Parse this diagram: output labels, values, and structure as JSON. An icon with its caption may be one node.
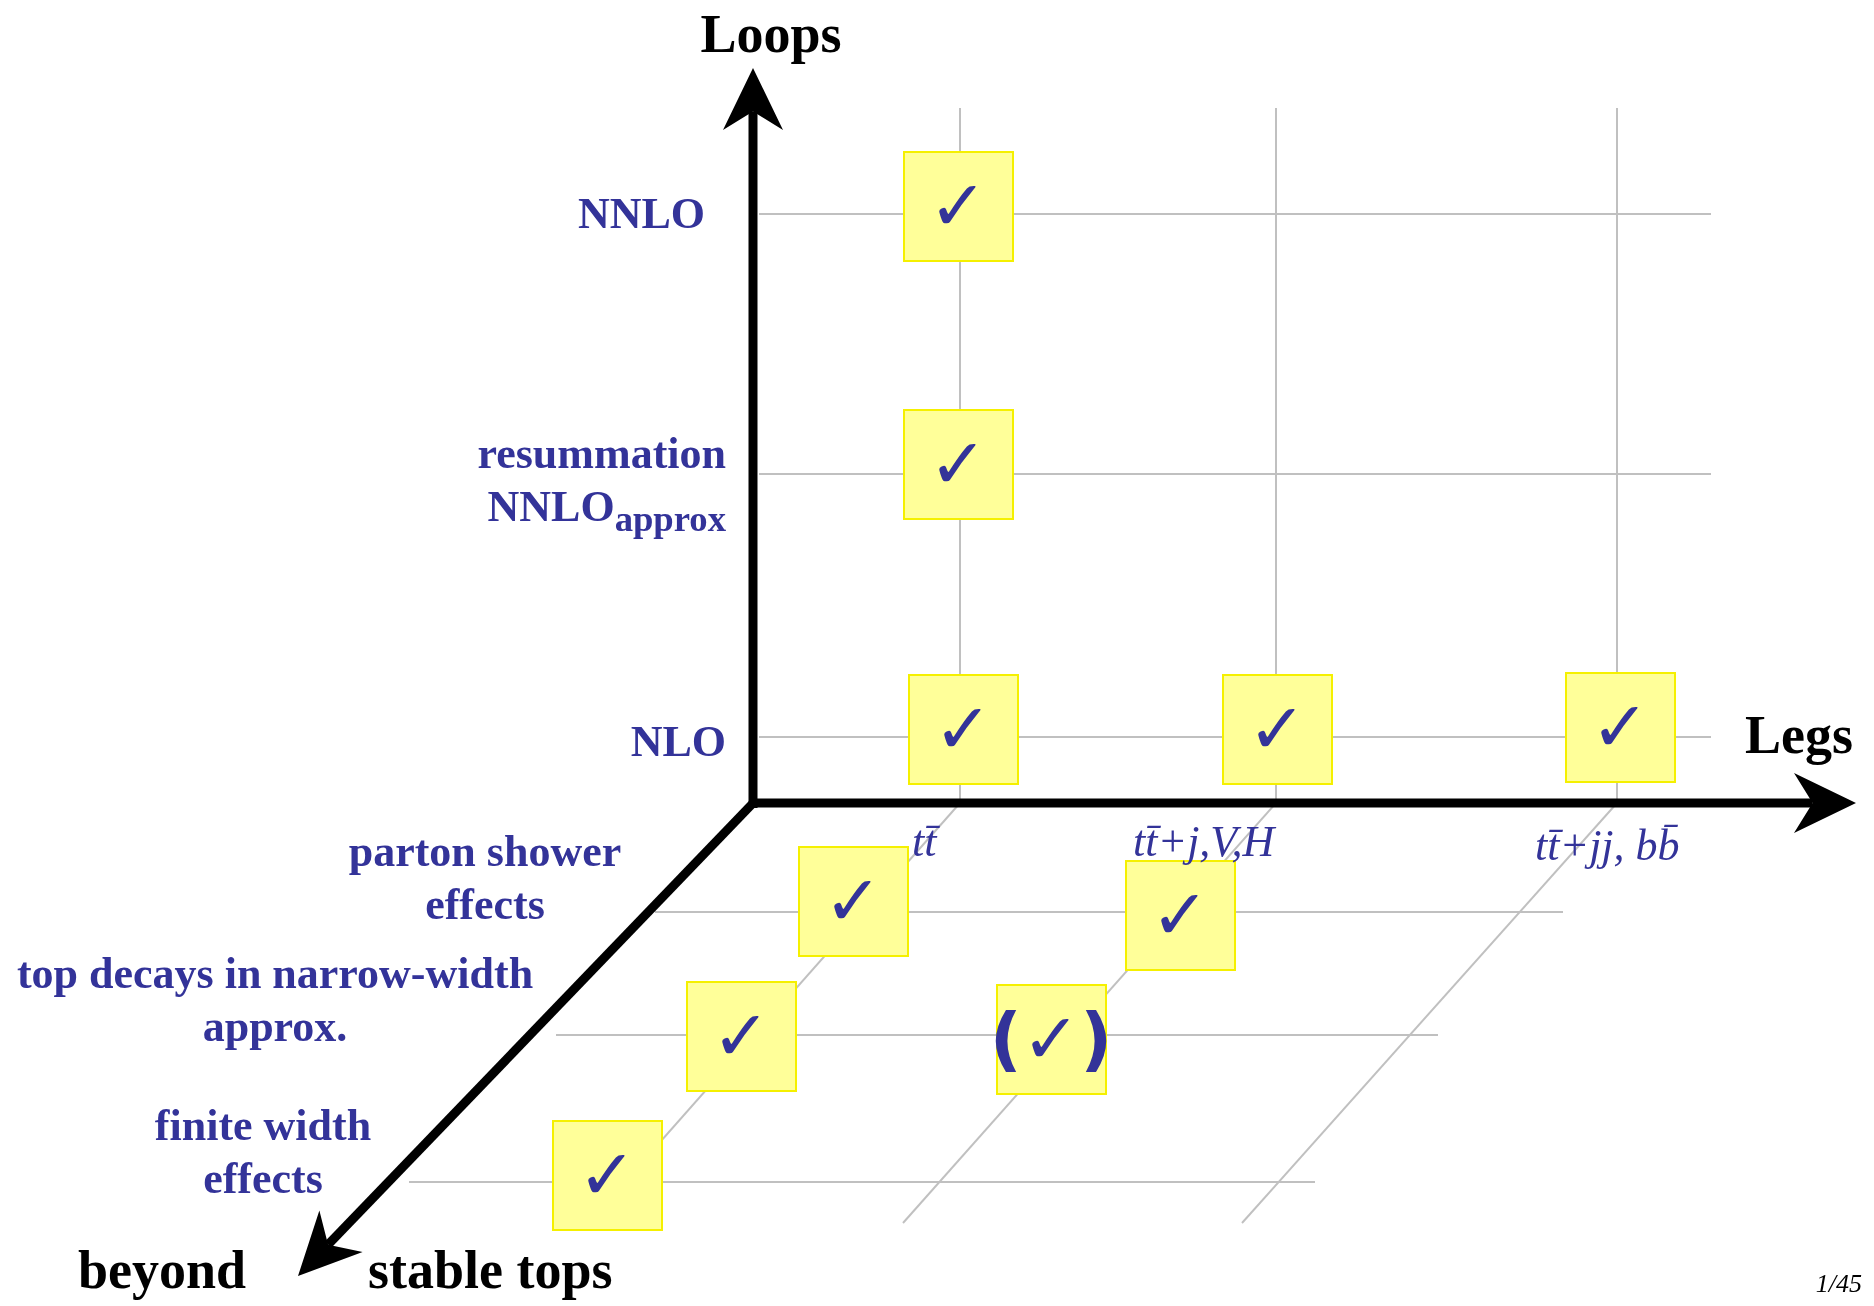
{
  "diagram": {
    "nodes": [
      {
        "text": [
          "✓"
        ]
      },
      {
        "text": [
          "✓"
        ]
      },
      {
        "text": [
          "✓"
        ]
      },
      {
        "text": [
          "✓"
        ]
      },
      {
        "text": [
          "✓"
        ]
      },
      {
        "text": [
          "✓"
        ]
      },
      {
        "text": [
          "✓"
        ]
      },
      {
        "text": [
          "✓"
        ]
      },
      {
        "text": [
          "(✓)"
        ]
      },
      {
        "text": [
          "✓"
        ]
      }
    ],
    "labels": [
      "Loops",
      "NNLO",
      "resummation NNLO$_{approx}$",
      "NLO",
      "Legs",
      "parton shower effects",
      "tt̄",
      "tt̄+j,V,H",
      "tt̄+jj, bb̄",
      "top decays  in narrow-width approx.",
      "finite width effects",
      "beyond",
      "stable tops",
      "1/45"
    ]
  }
}
